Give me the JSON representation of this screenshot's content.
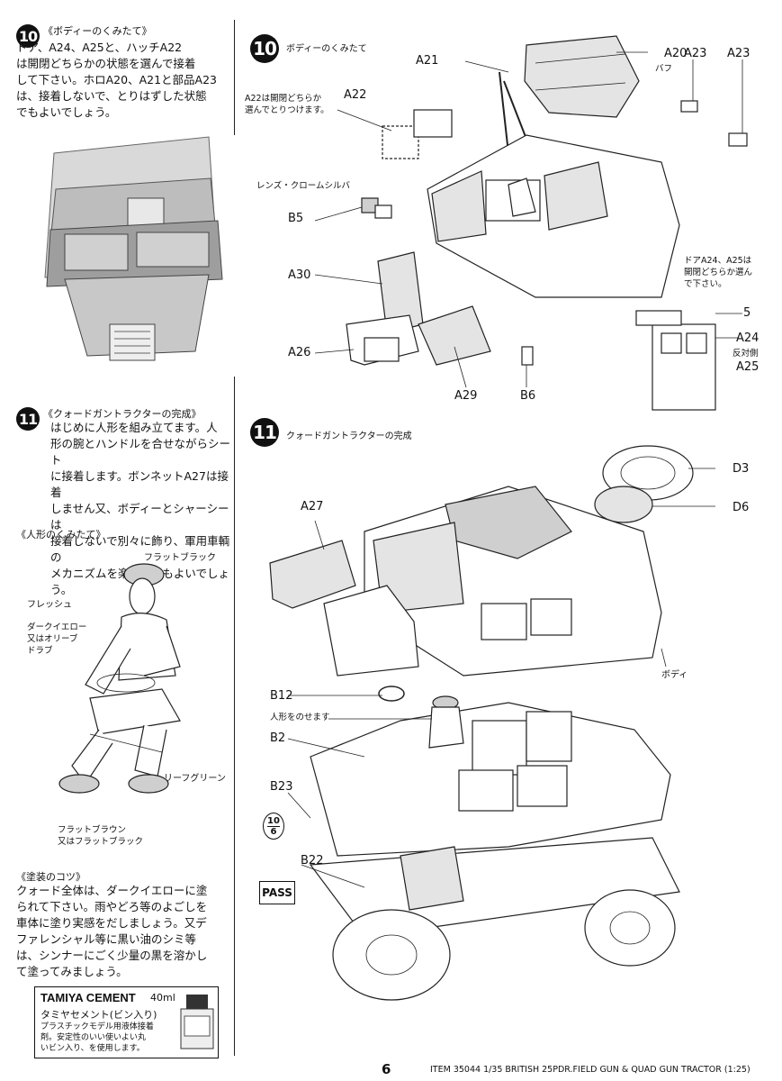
{
  "page_number": "6",
  "footer_item": "ITEM 35044  1/35 BRITISH 25PDR.FIELD GUN & QUAD GUN TRACTOR (1:25)",
  "step10": {
    "number": "10",
    "title": "《ボディーのくみたて》",
    "description": [
      "ドア、A24、A25と、ハッチA22",
      "は開閉どちらかの状態を選んで接着",
      "して下さい。ホロA20、A21と部品A23",
      "は、接着しないで、とりはずした状態",
      "でもよいでしょう。"
    ],
    "diagram_title": "ボディーのくみたて",
    "note_a22": [
      "A22は開閉どちらか",
      "選んでとりつけます。"
    ],
    "note_lens": "レンズ・クロームシルバ",
    "note_buff": "バフ",
    "note_door": [
      "ドアA24、A25は",
      "開閉どちらか選ん",
      "で下さい。"
    ],
    "labels": {
      "a20": "A20",
      "a23a": "A23",
      "a23b": "A23",
      "a21": "A21",
      "a22": "A22",
      "b5": "B5",
      "a30": "A30",
      "a26": "A26",
      "a29": "A29",
      "b6": "B6",
      "p5": "5",
      "a24": "A24",
      "opp": "反対側",
      "a25": "A25"
    }
  },
  "step11": {
    "number": "11",
    "title": "《クォードガントラクターの完成》",
    "description": [
      "はじめに人形を組み立てます。人",
      "形の腕とハンドルを合せながらシート",
      "に接着します。ボンネットA27は接着",
      "しません又、ボディーとシャーシーは",
      "接着しないで別々に飾り、軍用車輌の",
      "メカニズムを楽しんでもよいでしょう。"
    ],
    "diagram_title": "クォードガントラクターの完成",
    "labels": {
      "d3": "D3",
      "d6": "D6",
      "a27": "A27",
      "body": "ボディ",
      "b12": "B12",
      "figure_note": "人形をのせます",
      "b2": "B2",
      "b23": "B23",
      "b22": "B22",
      "pass": "PASS",
      "ratio_top": "10",
      "ratio_bottom": "6"
    }
  },
  "figure": {
    "title": "《人形のくみたて》",
    "labels": {
      "flat_black": "フラットブラック",
      "flesh": "フレッシュ",
      "dark_yellow": [
        "ダークイエロー",
        "又はオリーブ",
        "ドラブ"
      ],
      "leaf_green": "リーフグリーン",
      "flat_brown": [
        "フラットブラウン",
        "又はフラットブラック"
      ]
    }
  },
  "painting": {
    "title": "《塗装のコツ》",
    "text": [
      "クォード全体は、ダークイエローに塗",
      "られて下さい。雨やどろ等のよごしを",
      "車体に塗り実感をだしましょう。又デ",
      "ファレンシャル等に黒い油のシミ等",
      "は、シンナーにごく少量の黒を溶かし",
      "て塗ってみましょう。"
    ]
  },
  "cement": {
    "brand": "TAMIYA CEMENT",
    "size": "40ml",
    "name": "タミヤセメント(ビン入り)",
    "text": [
      "プラスチックモデル用液体接着",
      "剤。安定性のいい使いよい丸",
      "いビン入り、を使用します。"
    ]
  }
}
